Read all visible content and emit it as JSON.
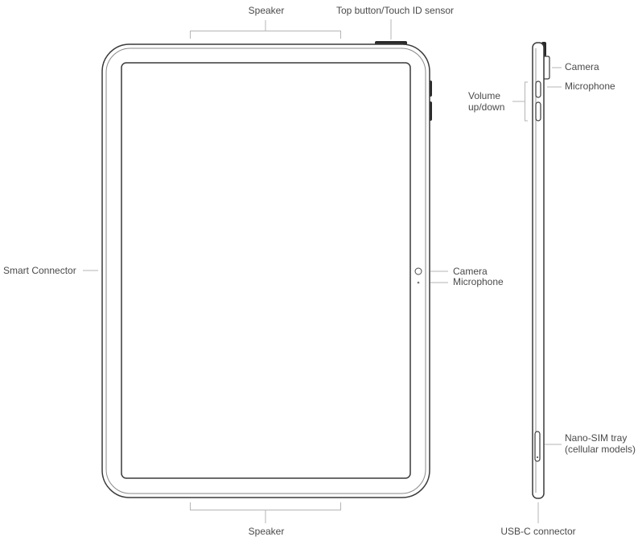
{
  "labels": {
    "speaker_top": "Speaker",
    "top_button": "Top button/Touch ID sensor",
    "smart_connector": "Smart Connector",
    "front_camera": "Camera",
    "front_microphone": "Microphone",
    "speaker_bottom": "Speaker",
    "side_camera": "Camera",
    "side_microphone": "Microphone",
    "volume_line1": "Volume",
    "volume_line2": "up/down",
    "sim_line1": "Nano-SIM tray",
    "sim_line2": "(cellular models)",
    "usbc": "USB-C connector"
  },
  "colors": {
    "outline": "#3a3a3a",
    "leader": "#b5b5b5",
    "text": "#4a4a4a",
    "hardware_button": "#2a2a2a"
  }
}
